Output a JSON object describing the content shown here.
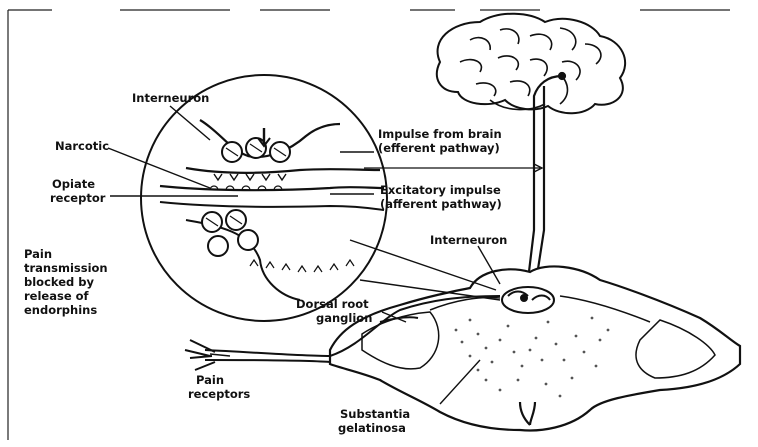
{
  "labels": {
    "interneuron_top": "Interneuron",
    "narcotic": "Narcotic",
    "opiate_line1": "Opiate",
    "opiate_line2": "receptor",
    "pain_block": [
      "Pain",
      "transmission",
      "blocked by",
      "release of",
      "endorphins"
    ],
    "impulse_brain_line1": "Impulse from brain",
    "impulse_brain_line2": "(efferent pathway)",
    "excitatory_line1": "Excitatory impulse",
    "excitatory_line2": "(afferent pathway)",
    "interneuron_cord": "Interneuron",
    "dorsal_line1": "Dorsal root",
    "dorsal_line2": "ganglion",
    "pain_receptors_line1": "Pain",
    "pain_receptors_line2": "receptors",
    "substantia_line1": "Substantia",
    "substantia_line2": "gelatinosa"
  },
  "colors": {
    "ink": "#111111",
    "paper": "#ffffff",
    "stipple": "#555555"
  }
}
